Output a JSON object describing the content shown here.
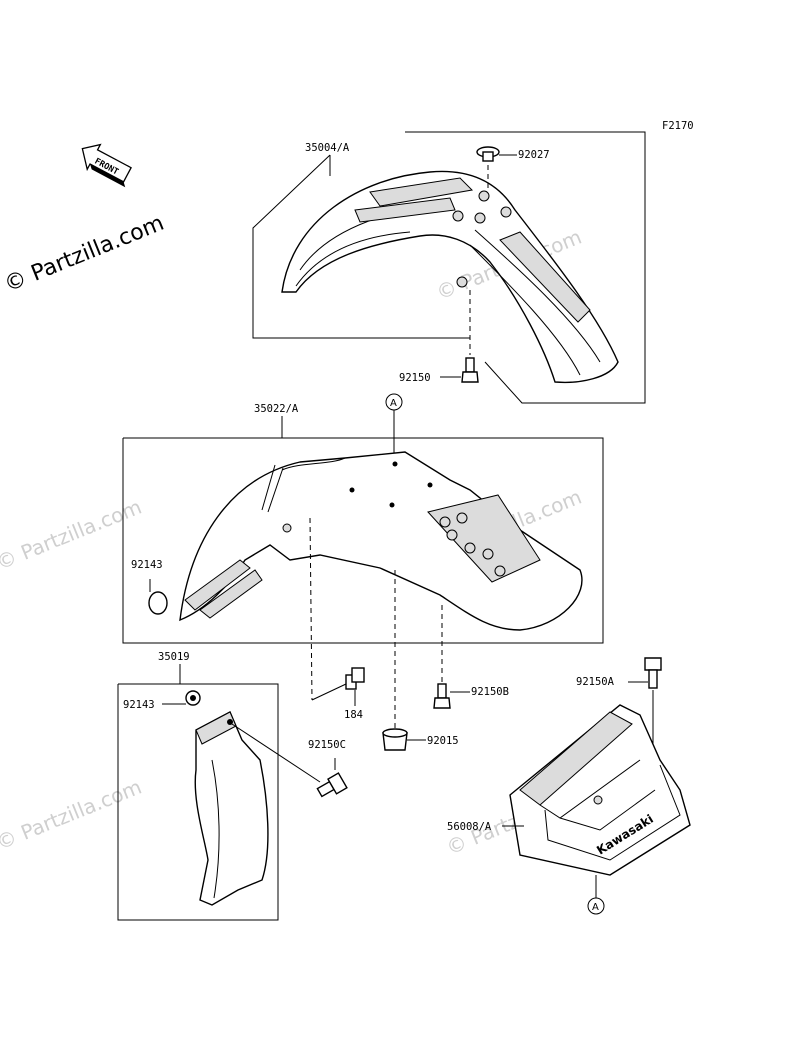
{
  "diagram": {
    "code": "F2170",
    "front_arrow_text": "FRONT",
    "ref_marker": "A",
    "watermark_main": "© Partzilla.com",
    "watermark_faint": "© Partzilla.com",
    "box_brand": "Kawasaki"
  },
  "callouts": {
    "front_fender": "35004/A",
    "grommet_top": "92027",
    "bolt_front": "92150",
    "rear_fender": "35022/A",
    "grommet_left": "92143",
    "bolt_b": "92150B",
    "nut": "92015",
    "collar": "184",
    "flap": "35019",
    "grommet_flap": "92143",
    "bolt_c": "92150C",
    "bolt_a": "92150A",
    "tool_case": "56008/A"
  }
}
